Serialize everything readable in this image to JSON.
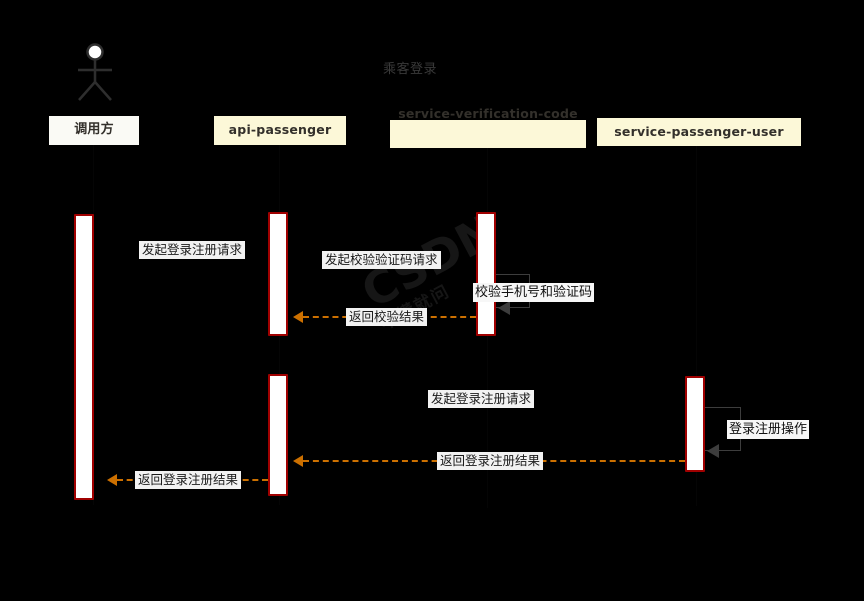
{
  "diagram": {
    "title": "乘客登录",
    "watermark_line1": "CSDN",
    "watermark_line2": "不懂就问"
  },
  "colors": {
    "background": "#000000",
    "participant_fill": "#fcf8d8",
    "actor_box_fill": "#fafaf5",
    "activation_fill": "#ffffff",
    "activation_border": "#a00000",
    "message_arrow": "#cc7000",
    "self_message": "#3d3d3d",
    "label_background": "#f2f2f2"
  },
  "participants": [
    {
      "id": "caller",
      "label": "调用方",
      "icon": "actor-stick-figure"
    },
    {
      "id": "api",
      "label": "api-passenger",
      "icon": "participant-box"
    },
    {
      "id": "verify",
      "label": "service-verification-code",
      "icon": "participant-box"
    },
    {
      "id": "user",
      "label": "service-passenger-user",
      "icon": "participant-box"
    }
  ],
  "messages": [
    {
      "id": "m1",
      "label": "发起登录注册请求",
      "from": "caller",
      "to": "api",
      "kind": "call",
      "style": "solid"
    },
    {
      "id": "m2",
      "label": "发起校验验证码请求",
      "from": "api",
      "to": "verify",
      "kind": "call",
      "style": "solid"
    },
    {
      "id": "m3",
      "label": "校验手机号和验证码",
      "from": "verify",
      "to": "verify",
      "kind": "self",
      "style": "solid"
    },
    {
      "id": "m4",
      "label": "返回校验结果",
      "from": "verify",
      "to": "api",
      "kind": "return",
      "style": "dashed"
    },
    {
      "id": "m5",
      "label": "发起登录注册请求",
      "from": "api",
      "to": "user",
      "kind": "call",
      "style": "solid"
    },
    {
      "id": "m6",
      "label": "登录注册操作",
      "from": "user",
      "to": "user",
      "kind": "self",
      "style": "solid"
    },
    {
      "id": "m7",
      "label": "返回登录注册结果",
      "from": "user",
      "to": "api",
      "kind": "return",
      "style": "dashed"
    },
    {
      "id": "m8",
      "label": "返回登录注册结果",
      "from": "api",
      "to": "caller",
      "kind": "return",
      "style": "dashed"
    }
  ]
}
